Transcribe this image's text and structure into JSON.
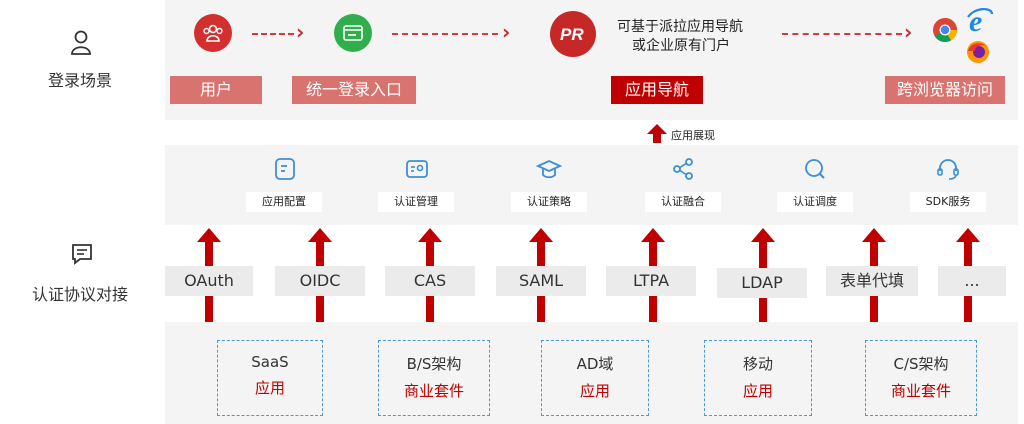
{
  "left_labels": {
    "login_scene": "登录场景",
    "protocol": "认证协议对接"
  },
  "top_flow": {
    "user": "用户",
    "unified_login": "统一登录入口",
    "app_nav": "应用导航",
    "browser_access": "跨浏览器访问",
    "nav_note_line1": "可基于派拉应用导航",
    "nav_note_line2": "或企业原有门户",
    "app_display": "应用展现"
  },
  "modules": [
    {
      "label": "应用配置"
    },
    {
      "label": "认证管理"
    },
    {
      "label": "认证策略"
    },
    {
      "label": "认证融合"
    },
    {
      "label": "认证调度"
    },
    {
      "label": "SDK服务"
    }
  ],
  "protocols": [
    {
      "label": "OAuth"
    },
    {
      "label": "OIDC"
    },
    {
      "label": "CAS"
    },
    {
      "label": "SAML"
    },
    {
      "label": "LTPA"
    },
    {
      "label": "LDAP"
    },
    {
      "label": "表单代填"
    },
    {
      "label": "..."
    }
  ],
  "app_types": [
    {
      "line1": "SaaS",
      "line2": "应用"
    },
    {
      "line1": "B/S架构",
      "line2": "商业套件"
    },
    {
      "line1": "AD域",
      "line2": "应用"
    },
    {
      "line1": "移动",
      "line2": "应用"
    },
    {
      "line1": "C/S架构",
      "line2": "商业套件"
    }
  ],
  "colors": {
    "accent_red": "#c00000",
    "light_red": "#d9736f",
    "green": "#2fae4b",
    "dashed_blue": "#4a9ad6"
  }
}
